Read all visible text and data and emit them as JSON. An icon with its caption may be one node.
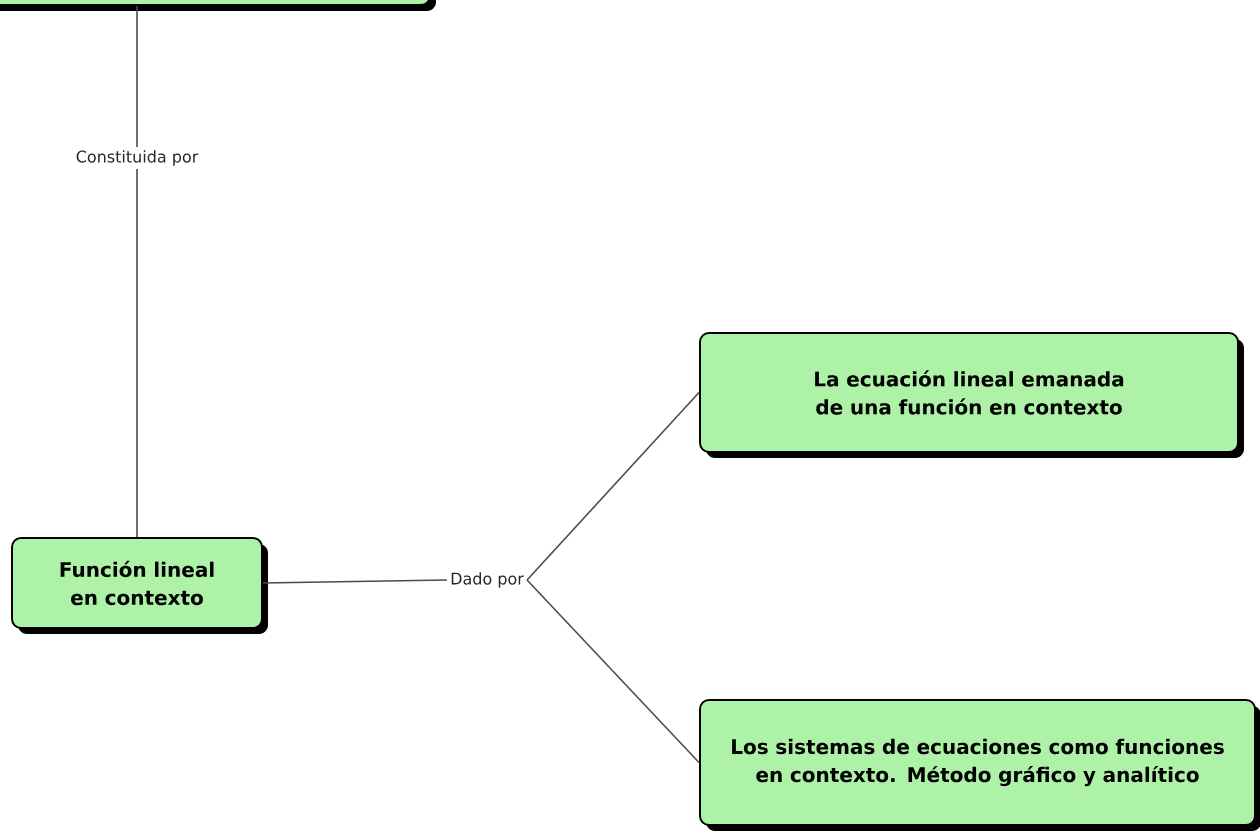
{
  "diagram": {
    "nodes": [
      {
        "text": [],
        "shape": "box"
      },
      {
        "text": [
          "Constituida por"
        ]
      },
      {
        "text": [
          "Función lineal en contexto"
        ]
      },
      {
        "text": [
          "Dado por"
        ]
      },
      {
        "text": [
          "La ecuación lineal emanada de una función en contexto"
        ]
      },
      {
        "text": [
          "Los sistemas de ecuaciones como funciones en contexto. Método gráfico y analítico"
        ]
      }
    ],
    "edges": [
      {
        "from": 0,
        "to": 1,
        "arrow": "none"
      },
      {
        "from": 1,
        "to": 2,
        "arrow": "none"
      },
      {
        "from": 2,
        "to": 3,
        "arrow": "none"
      },
      {
        "from": 3,
        "to": 4,
        "arrow": "none"
      },
      {
        "from": 3,
        "to": 5,
        "arrow": "none"
      }
    ]
  }
}
